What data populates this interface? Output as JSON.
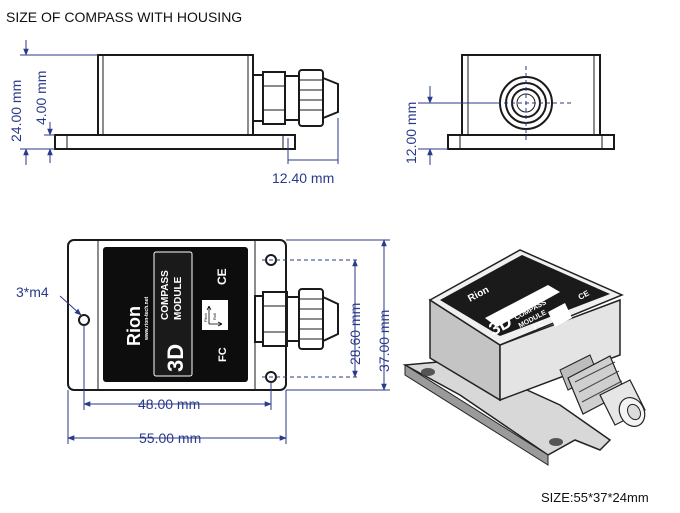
{
  "title": "SIZE OF COMPASS WITH HOUSING",
  "size_note": "SIZE:55*37*24mm",
  "dimensions": {
    "side_height": "24.00 mm",
    "side_flange": "4.00 mm",
    "side_gland": "12.40 mm",
    "end_center": "12.00 mm",
    "top_hole_spacing": "28.60 mm",
    "top_width": "37.00 mm",
    "top_hole_length": "48.00 mm",
    "top_length": "55.00 mm",
    "mount_holes": "3*m4"
  },
  "label": {
    "brand": "Rion",
    "product_big": "3D",
    "product_line1": "COMPASS",
    "product_line2": "MODULE",
    "ce_mark": "CE",
    "fc_mark": "FC",
    "axis_pitch": "Pitch",
    "axis_roll": "Roll",
    "website": "www.rion-tech.net"
  },
  "colors": {
    "dimension": "#2a3a8a",
    "outline": "#1a1a1a",
    "label": "#0d0d0d"
  }
}
